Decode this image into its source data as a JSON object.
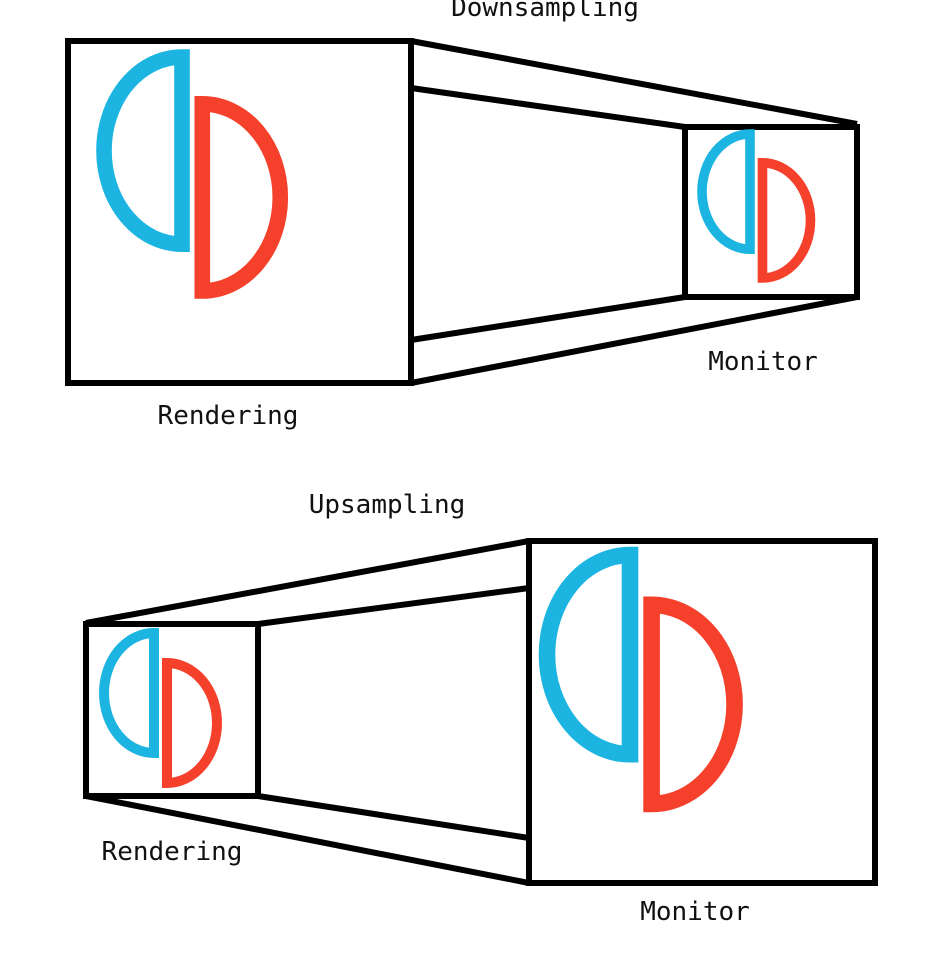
{
  "downsampling": {
    "title": "Downsampling",
    "source_label": "Rendering",
    "target_label": "Monitor"
  },
  "upsampling": {
    "title": "Upsampling",
    "source_label": "Rendering",
    "target_label": "Monitor"
  },
  "colors": {
    "left_half": "#1cb4e0",
    "right_half": "#f5402c",
    "outline": "#000000"
  },
  "icons": {
    "logo": "left-and-right-half-disc-logo-icon"
  }
}
